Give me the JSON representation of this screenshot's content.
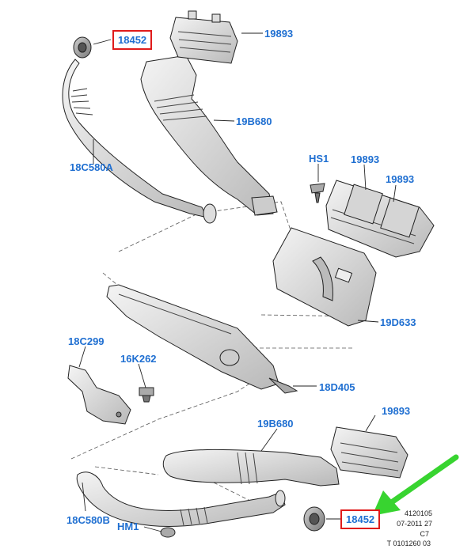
{
  "callouts": {
    "top_left_18452": "18452",
    "top_19893": "19893",
    "upper_19b680": "19B680",
    "upper_18c580a": "18C580A",
    "hs1": "HS1",
    "mid_19893_a": "19893",
    "mid_19893_b": "19893",
    "right_19d633": "19D633",
    "left_18c299": "18C299",
    "left_16k262": "16K262",
    "mid_18d405": "18D405",
    "lower_19b680": "19B680",
    "lower_19893": "19893",
    "lower_18c580b": "18C580B",
    "bottom_hm1": "HM1",
    "bottom_18452": "18452"
  },
  "footer": {
    "line1": "4120105",
    "line2": "07-2011 27",
    "line3": "C7",
    "line4": "T 0101260 03"
  },
  "colors": {
    "callout_text": "#1f6fd1",
    "highlight_box": "#e01b1b",
    "pointer_arrow": "#38d430",
    "line_art": "#222222"
  }
}
